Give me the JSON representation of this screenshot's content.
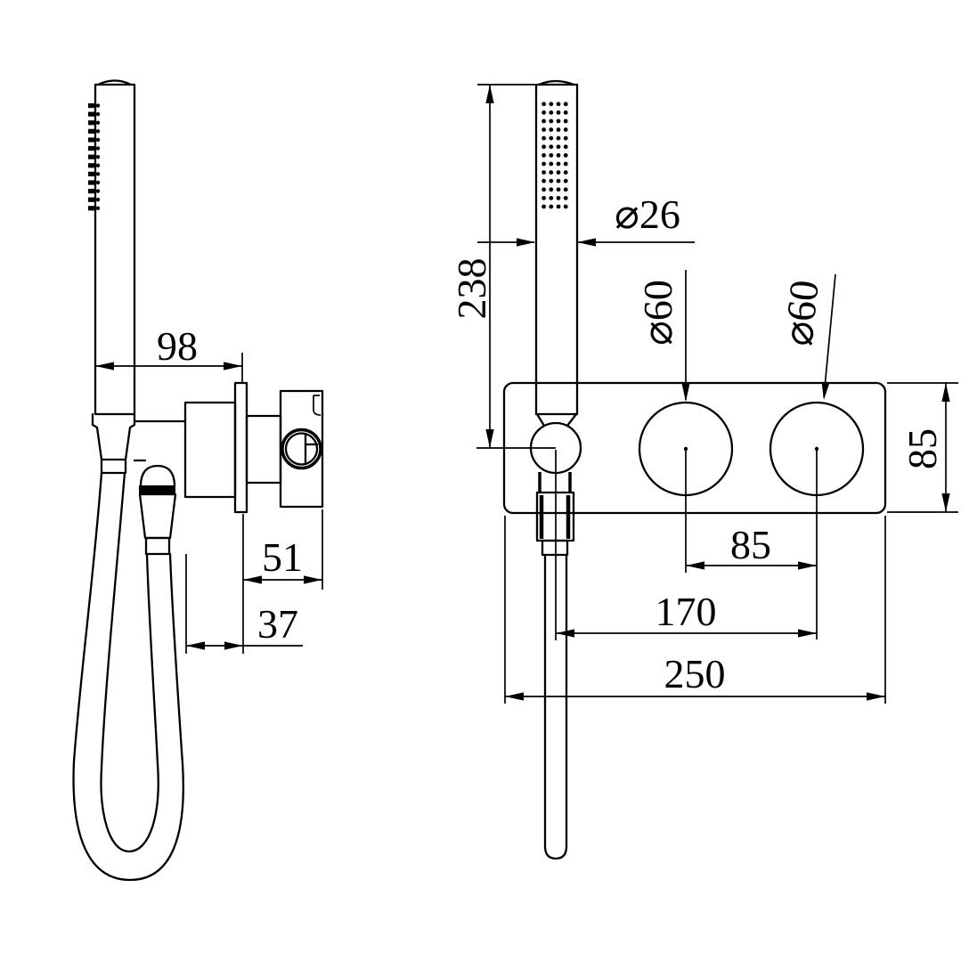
{
  "drawing": {
    "colors": {
      "line": "#000000",
      "background": "#ffffff"
    },
    "side_view": {
      "dim_98": "98",
      "dim_51": "51",
      "dim_37": "37"
    },
    "front_view": {
      "dim_238": "238",
      "dim_d26": "⌀26",
      "dim_d60_left": "⌀60",
      "dim_d60_right": "⌀60",
      "dim_85_plate": "85",
      "dim_85_knobs": "85",
      "dim_170": "170",
      "dim_250": "250"
    }
  }
}
